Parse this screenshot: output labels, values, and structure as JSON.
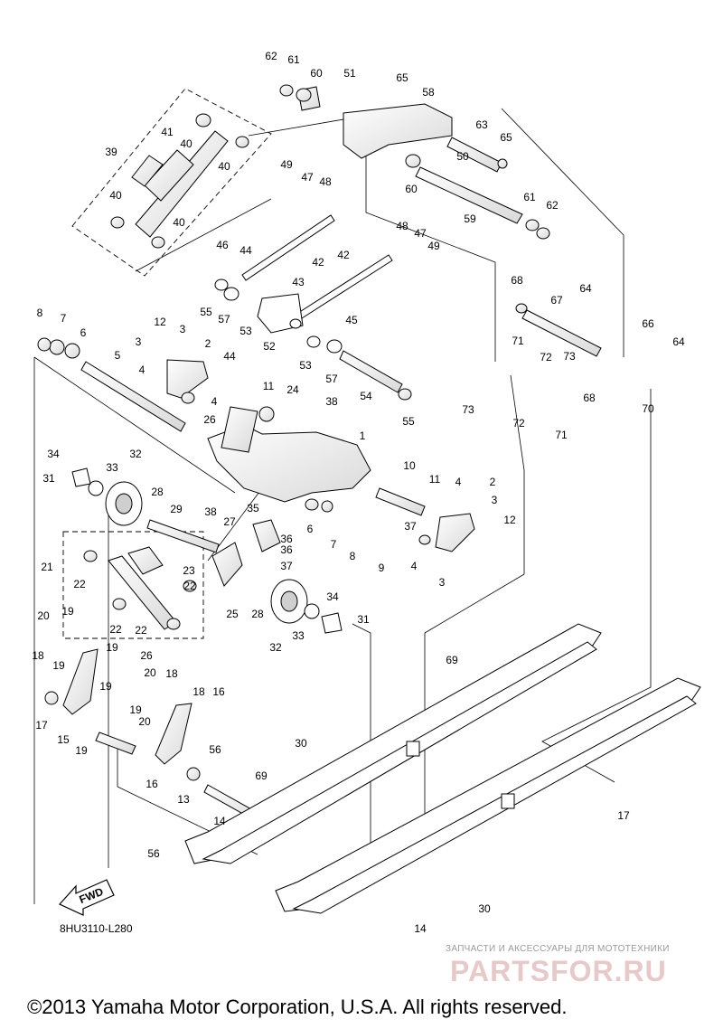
{
  "diagram": {
    "code": "8HU3110-L280",
    "fwd_label": "FWD",
    "copyright": "©2013 Yamaha Motor Corporation, U.S.A. All rights reserved.",
    "watermark": {
      "tagline": "ЗАПЧАСТИ И АКСЕССУАРЫ ДЛЯ МОТОТЕХНИКИ",
      "logo": "PARTSFOR.RU"
    },
    "callouts": [
      "62",
      "61",
      "60",
      "51",
      "65",
      "58",
      "63",
      "65",
      "50",
      "60",
      "39",
      "41",
      "40",
      "40",
      "40",
      "40",
      "49",
      "47",
      "48",
      "59",
      "61",
      "62",
      "46",
      "44",
      "42",
      "42",
      "48",
      "47",
      "49",
      "43",
      "55",
      "57",
      "53",
      "52",
      "68",
      "67",
      "64",
      "66",
      "64",
      "8",
      "7",
      "6",
      "12",
      "3",
      "2",
      "5",
      "3",
      "4",
      "44",
      "45",
      "53",
      "57",
      "71",
      "72",
      "73",
      "4",
      "24",
      "38",
      "11",
      "54",
      "55",
      "73",
      "72",
      "70",
      "68",
      "26",
      "71",
      "1",
      "34",
      "32",
      "31",
      "33",
      "10",
      "11",
      "28",
      "4",
      "2",
      "3",
      "29",
      "38",
      "35",
      "6",
      "37",
      "12",
      "27",
      "36",
      "36",
      "21",
      "23",
      "7",
      "8",
      "4",
      "9",
      "3",
      "22",
      "22",
      "37",
      "34",
      "31",
      "20",
      "19",
      "25",
      "28",
      "22",
      "22",
      "33",
      "18",
      "19",
      "26",
      "32",
      "69",
      "19",
      "19",
      "20",
      "18",
      "19",
      "18",
      "16",
      "17",
      "15",
      "19",
      "20",
      "56",
      "30",
      "69",
      "17",
      "16",
      "13",
      "14",
      "56",
      "30",
      "14"
    ]
  }
}
